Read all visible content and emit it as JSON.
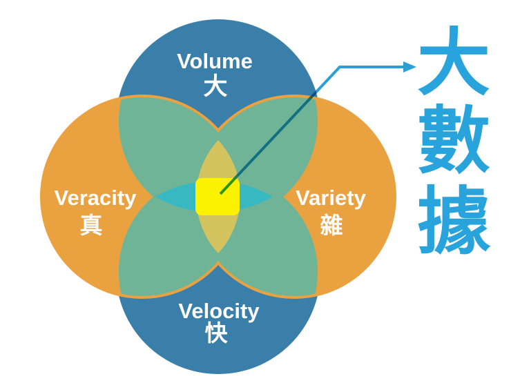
{
  "title": {
    "text": "大數據",
    "chars": [
      "大",
      "數",
      "據"
    ],
    "color": "#29a3dc"
  },
  "sets": [
    {
      "name": "Volume",
      "zh": "大",
      "position": "top",
      "color": "#3a7fa9"
    },
    {
      "name": "Veracity",
      "zh": "真",
      "position": "left",
      "color": "#eaa140"
    },
    {
      "name": "Variety",
      "zh": "雜",
      "position": "right",
      "color": "#eaa140"
    },
    {
      "name": "Velocity",
      "zh": "快",
      "position": "bottom",
      "color": "#3a7fa9"
    }
  ],
  "overlaps": {
    "adjacent_pair_color": "#6fb497",
    "volume_velocity_lens_color": "#d3c35f",
    "veracity_variety_lens_color": "#38b9c2",
    "center_color": "#fcf200"
  },
  "arrow": {
    "color": "#2b9ed6"
  },
  "label_color": "#ffffff"
}
